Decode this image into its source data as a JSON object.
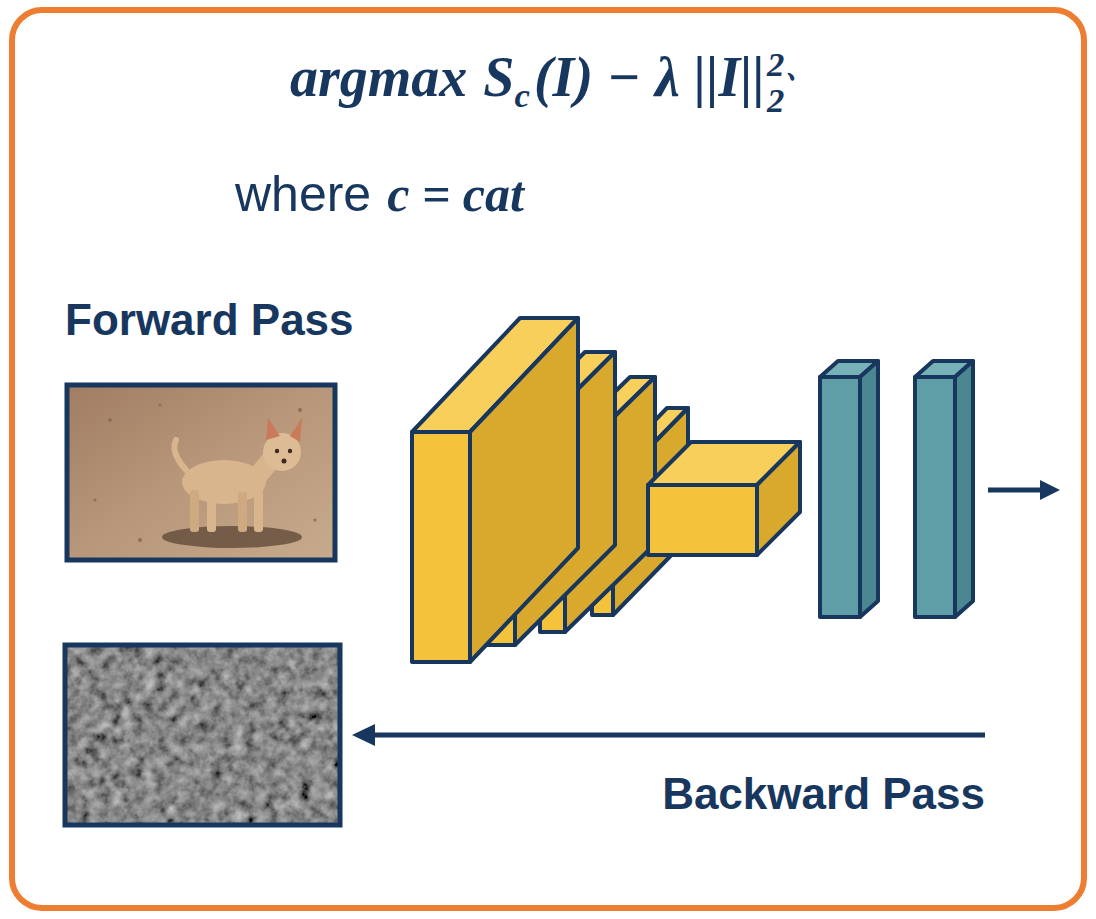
{
  "diagram": {
    "labels": [
      "argmax",
      "S",
      "c",
      "(I) − λ",
      "||I||",
      "2、",
      "2",
      "where",
      "c = cat",
      "Forward Pass",
      "Backward Pass"
    ]
  }
}
